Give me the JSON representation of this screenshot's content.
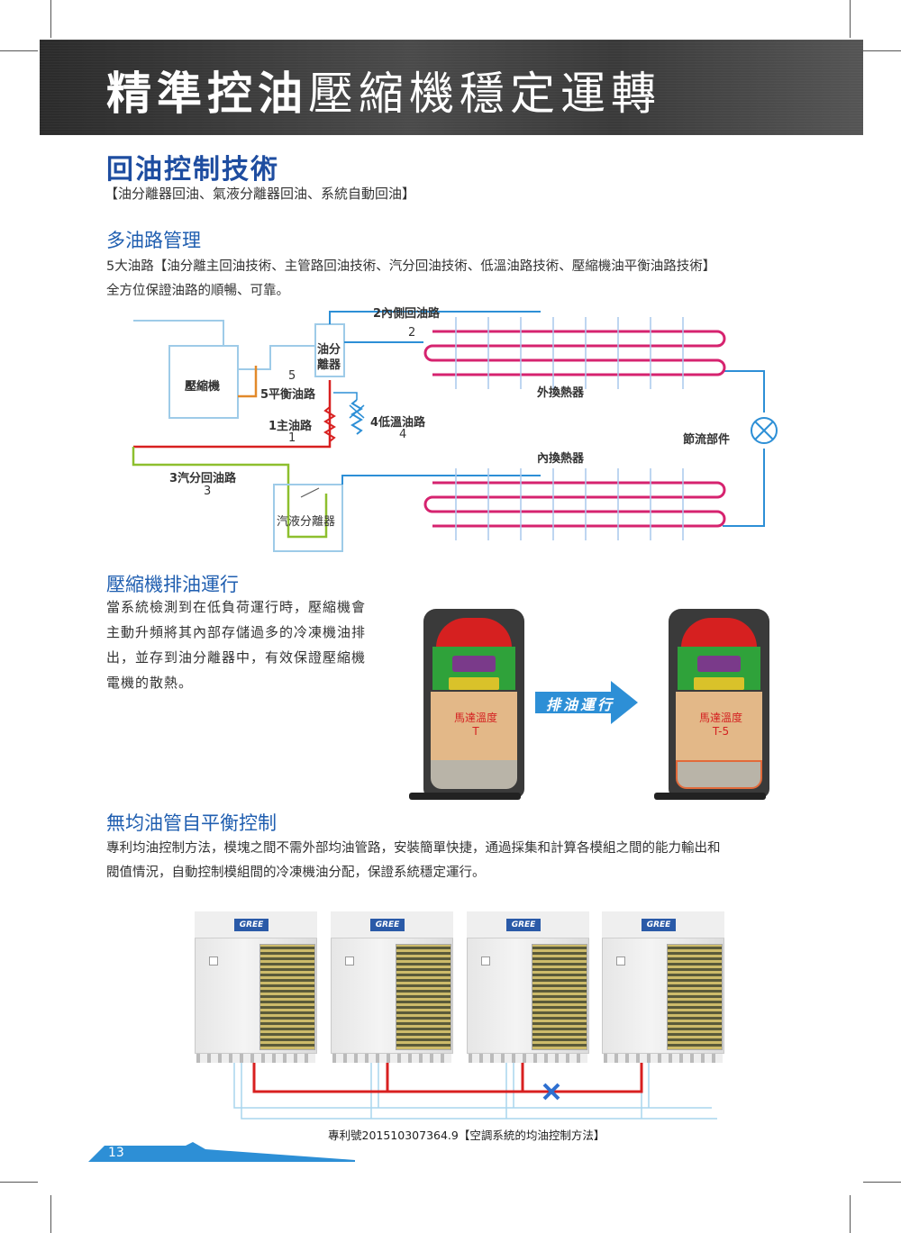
{
  "header": {
    "title_bold": "精準控油",
    "title_light": "壓縮機穩定運轉"
  },
  "section1": {
    "title": "回油控制技術",
    "subtitle": "【油分離器回油、氣液分離器回油、系統自動回油】"
  },
  "section2": {
    "title": "多油路管理",
    "line1": "5大油路【油分離主回油技術、主管路回油技術、汽分回油技術、低溫油路技術、壓縮機油平衡油路技術】",
    "line2": "全方位保證油路的順暢、可靠。"
  },
  "diagram": {
    "path2_label": "2內側回油路",
    "path2_num": "2",
    "oil_separator": "油分\n離器",
    "compressor": "壓縮機",
    "path5_num": "5",
    "path5_label": "5平衡油路",
    "path1_label": "1主油路",
    "path1_num": "1",
    "path4_label": "4低溫油路",
    "path4_num": "4",
    "outdoor_hx": "外換熱器",
    "throttle": "節流部件",
    "indoor_hx": "內換熱器",
    "path3_label": "3汽分回油路",
    "path3_num": "3",
    "gas_liquid_separator": "汽液分離器"
  },
  "section3": {
    "title": "壓縮機排油運行",
    "lines": [
      "當系統檢測到在低負荷運行時，壓縮機會",
      "主動升頻將其內部存儲過多的冷凍機油排",
      "出，並存到油分離器中，有效保證壓縮機",
      "電機的散熱。"
    ],
    "comp_left_label": "馬達溫度\nT",
    "comp_right_label": "馬達溫度\nT-5",
    "arrow_label": "排油運行"
  },
  "section4": {
    "title": "無均油管自平衡控制",
    "line1": "專利均油控制方法，模塊之間不需外部均油管路，安裝簡單快捷，通過採集和計算各模組之間的能力輸出和",
    "line2": "閥值情況，自動控制模組間的冷凍機油分配，保證系統穩定運行。",
    "units": [
      "GREE",
      "GREE",
      "GREE",
      "GREE"
    ],
    "patent": "專利號201510307364.9【空調系統的均油控制方法】"
  },
  "footer": {
    "page_number": "13"
  },
  "colors": {
    "title_blue": "#1e4da0",
    "pipe_blue": "#2d8fd6",
    "pipe_red": "#d82020",
    "pipe_green": "#8dbf2e",
    "pipe_orange": "#e2892a",
    "coil_magenta": "#d6236f"
  }
}
